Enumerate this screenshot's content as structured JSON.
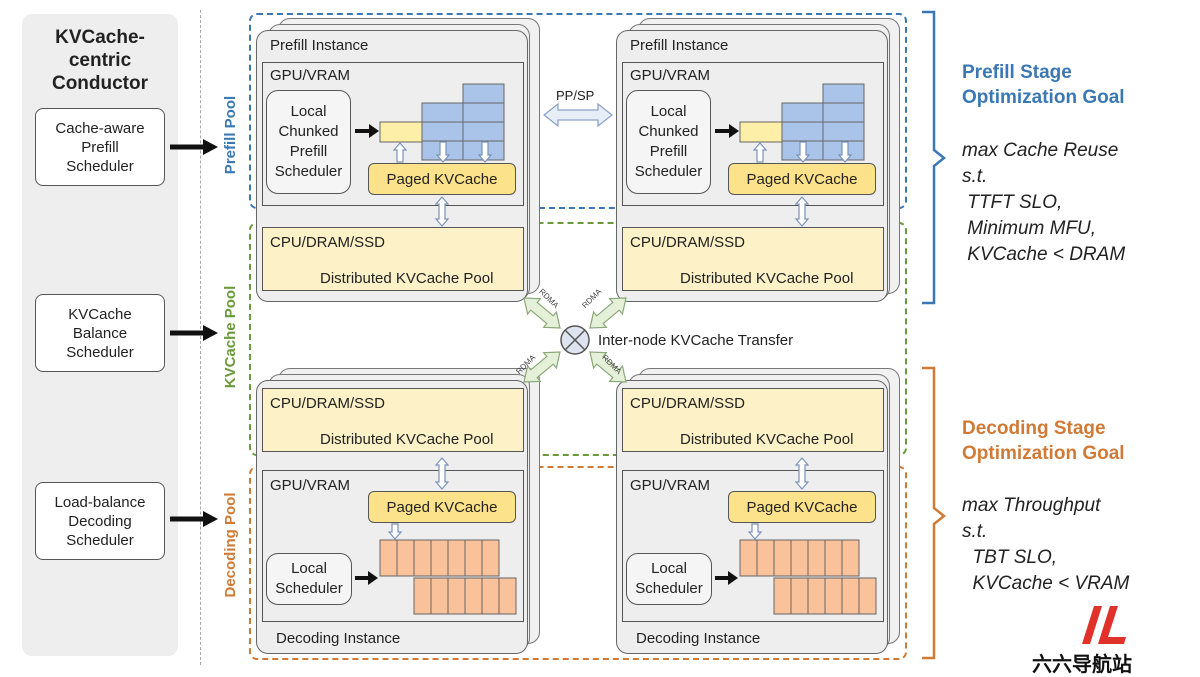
{
  "conductor": {
    "title": "KVCache-\ncentric\nConductor",
    "schedulers": [
      {
        "label": "Cache-aware\nPrefill\nScheduler"
      },
      {
        "label": "KVCache\nBalance\nScheduler"
      },
      {
        "label": "Load-balance\nDecoding\nScheduler"
      }
    ]
  },
  "pools": {
    "prefill": "Prefill Pool",
    "kvcache": "KVCache Pool",
    "decoding": "Decoding Pool"
  },
  "prefill_instances": [
    {
      "title": "Prefill Instance",
      "gpu": "GPU/VRAM",
      "local": "Local\nChunked\nPrefill\nScheduler",
      "paged": "Paged KVCache",
      "cpu": "CPU/DRAM/SSD",
      "pool": "Distributed KVCache Pool"
    },
    {
      "title": "Prefill Instance",
      "gpu": "GPU/VRAM",
      "local": "Local\nChunked\nPrefill\nScheduler",
      "paged": "Paged KVCache",
      "cpu": "CPU/DRAM/SSD",
      "pool": "Distributed KVCache Pool"
    }
  ],
  "decoding_instances": [
    {
      "title": "Decoding Instance",
      "gpu": "GPU/VRAM",
      "local": "Local\nScheduler",
      "paged": "Paged KVCache",
      "cpu": "CPU/DRAM/SSD",
      "pool": "Distributed KVCache Pool"
    },
    {
      "title": "Decoding Instance",
      "gpu": "GPU/VRAM",
      "local": "Local\nScheduler",
      "paged": "Paged KVCache",
      "cpu": "CPU/DRAM/SSD",
      "pool": "Distributed KVCache Pool"
    }
  ],
  "links": {
    "pp_sp": "PP/SP",
    "rdma": "RDMA",
    "transfer": "Inter-node KVCache Transfer"
  },
  "goals": {
    "prefill_title": "Prefill Stage\nOptimization Goal",
    "prefill_body": "max Cache Reuse\ns.t.\n TTFT SLO,\n Minimum MFU,\n KVCache < DRAM",
    "decoding_title": "Decoding Stage\nOptimization Goal",
    "decoding_body": "max Throughput\ns.t.\n  TBT SLO,\n  KVCache < VRAM"
  },
  "watermark": "六六导航站",
  "colors": {
    "prefill_pool": "#3a78b5",
    "kvcache_pool": "#6a9a3a",
    "decoding_pool": "#d07a35",
    "prefill_goal": "#3a78b5",
    "decoding_goal": "#d07a35",
    "paged_kvcache": "#fce28a",
    "dram_box": "#fdf1c7",
    "prefill_blocks": "#aac3e8",
    "decoding_blocks": "#f9c29a"
  }
}
